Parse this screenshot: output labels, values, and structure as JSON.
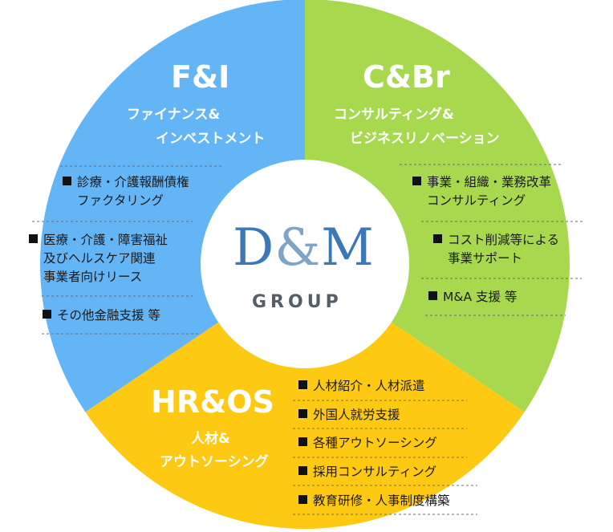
{
  "colors": {
    "fi": "#64b5f6",
    "cbr": "#a8d84e",
    "hros": "#fdc913",
    "center": "#ffffff",
    "logo_blue": "#3a78b8",
    "logo_amp": "#7fa4c7",
    "logo_gray": "#555e66"
  },
  "logo": {
    "main_d": "D",
    "main_amp": "&",
    "main_m": "M",
    "sub": "GROUP"
  },
  "segments": {
    "fi": {
      "title": "F&I",
      "subtitle_line1": "ファイナンス&",
      "subtitle_line2": "インベストメント",
      "items": [
        {
          "line1": "診療・介護報酬債権",
          "line2": "ファクタリング"
        },
        {
          "line1": "医療・介護・障害福祉",
          "line2": "及びヘルスケア関連",
          "line3": "事業者向けリース"
        },
        {
          "line1": "その他金融支援 等"
        }
      ]
    },
    "cbr": {
      "title": "C&Br",
      "subtitle_line1": "コンサルティング&",
      "subtitle_line2": "ビジネスリノベーション",
      "items": [
        {
          "line1": "事業・組織・業務改革",
          "line2": "コンサルティング"
        },
        {
          "line1": "コスト削減等による",
          "line2": "事業サポート"
        },
        {
          "line1": "M&A 支援 等"
        }
      ]
    },
    "hros": {
      "title": "HR&OS",
      "subtitle_line1": "人材&",
      "subtitle_line2": "アウトソーシング",
      "items": [
        {
          "line1": "人材紹介・人材派遣"
        },
        {
          "line1": "外国人就労支援"
        },
        {
          "line1": "各種アウトソーシング"
        },
        {
          "line1": "採用コンサルティング"
        },
        {
          "line1": "教育研修・人事制度構築"
        }
      ]
    }
  }
}
